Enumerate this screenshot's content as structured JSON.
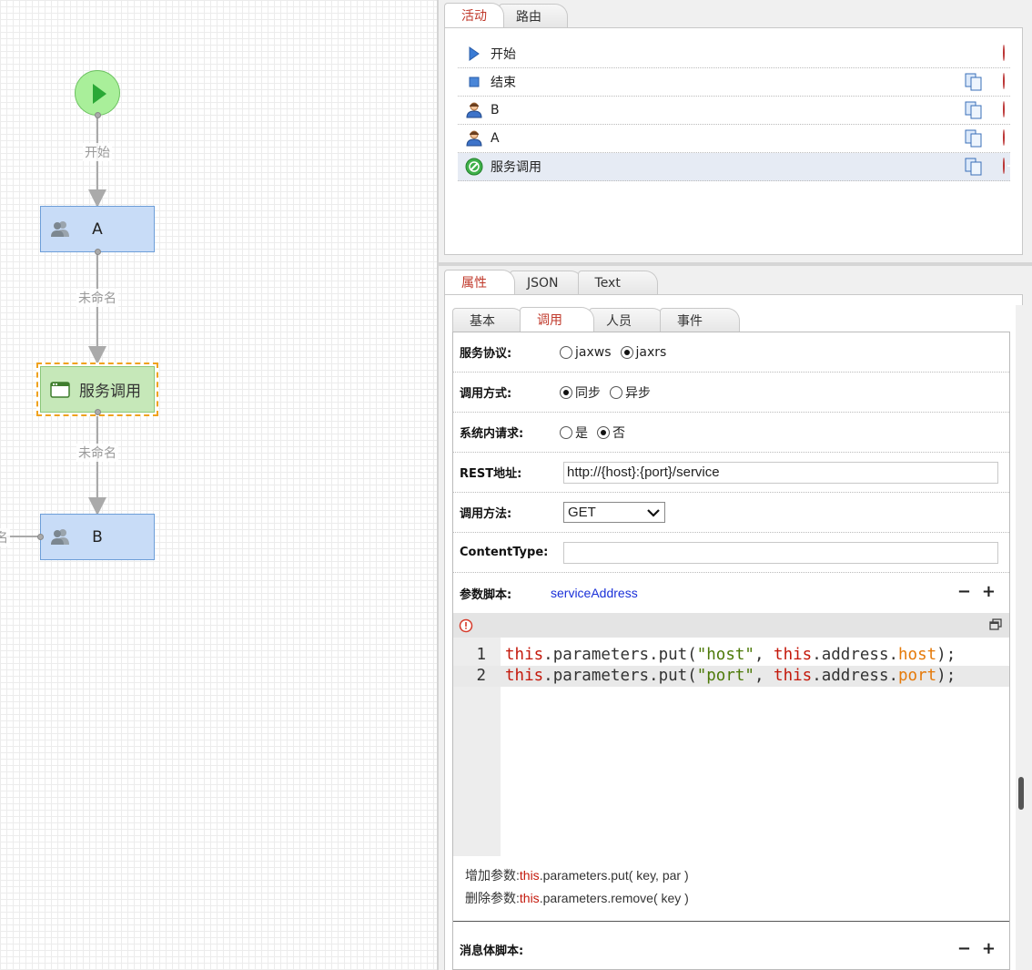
{
  "canvas": {
    "nodes": {
      "start": {
        "icon": "play-icon"
      },
      "task_a": {
        "label": "A",
        "icon": "users-icon"
      },
      "service": {
        "label": "服务调用",
        "icon": "app-window-icon"
      },
      "task_b": {
        "label": "B",
        "icon": "users-icon"
      }
    },
    "edge_labels": {
      "start_to_a": "开始",
      "a_to_service": "未命名",
      "service_to_b": "未命名",
      "left_to_b": "名"
    }
  },
  "activity_tabs": [
    {
      "label": "活动",
      "active": true
    },
    {
      "label": "路由",
      "active": false
    }
  ],
  "activities": [
    {
      "label": "开始",
      "icon": "play-triangle-icon",
      "copyable": false,
      "selected": false
    },
    {
      "label": "结束",
      "icon": "stop-square-icon",
      "copyable": true,
      "selected": false
    },
    {
      "label": "B",
      "icon": "user-icon",
      "copyable": true,
      "selected": false
    },
    {
      "label": "A",
      "icon": "user-icon",
      "copyable": true,
      "selected": false
    },
    {
      "label": "服务调用",
      "icon": "service-icon",
      "copyable": true,
      "selected": true
    }
  ],
  "property_tabs": [
    {
      "label": "属性",
      "active": true
    },
    {
      "label": "JSON",
      "active": false
    },
    {
      "label": "Text",
      "active": false
    }
  ],
  "sub_tabs": [
    {
      "label": "基本",
      "active": false
    },
    {
      "label": "调用",
      "active": true
    },
    {
      "label": "人员",
      "active": false
    },
    {
      "label": "事件",
      "active": false
    }
  ],
  "form": {
    "protocol": {
      "label": "服务协议:",
      "options": [
        "jaxws",
        "jaxrs"
      ],
      "selected": "jaxrs"
    },
    "call_mode": {
      "label": "调用方式:",
      "options": [
        "同步",
        "异步"
      ],
      "selected": "同步"
    },
    "internal": {
      "label": "系统内请求:",
      "options": [
        "是",
        "否"
      ],
      "selected": "否"
    },
    "rest_url": {
      "label": "REST地址:",
      "value": "http://{host}:{port}/service"
    },
    "method": {
      "label": "调用方法:",
      "value": "GET"
    },
    "content_type": {
      "label": "ContentType:",
      "value": ""
    },
    "param_script": {
      "label": "参数脚本:",
      "name": "serviceAddress"
    },
    "body_script": {
      "label": "消息体脚本:"
    }
  },
  "editor": {
    "lines": [
      {
        "num": "1",
        "tokens": [
          {
            "t": "this",
            "c": "kw"
          },
          {
            "t": ".parameters.put(",
            "c": "plain"
          },
          {
            "t": "\"host\"",
            "c": "str"
          },
          {
            "t": ", ",
            "c": "plain"
          },
          {
            "t": "this",
            "c": "kw"
          },
          {
            "t": ".address.",
            "c": "plain"
          },
          {
            "t": "host",
            "c": "prop"
          },
          {
            "t": ");",
            "c": "plain"
          }
        ]
      },
      {
        "num": "2",
        "tokens": [
          {
            "t": "this",
            "c": "kw"
          },
          {
            "t": ".parameters.put(",
            "c": "plain"
          },
          {
            "t": "\"port\"",
            "c": "str"
          },
          {
            "t": ", ",
            "c": "plain"
          },
          {
            "t": "this",
            "c": "kw"
          },
          {
            "t": ".address.",
            "c": "plain"
          },
          {
            "t": "port",
            "c": "prop"
          },
          {
            "t": ");",
            "c": "plain"
          }
        ]
      }
    ],
    "current_line": "2"
  },
  "hints": {
    "add": {
      "label": "增加参数:",
      "kw": "this",
      "rest": ".parameters.put( key, par )"
    },
    "remove": {
      "label": "删除参数:",
      "kw": "this",
      "rest": ".parameters.remove( key )"
    }
  },
  "colors": {
    "active_tab": "#c0392b",
    "service_node_fill": "#c6e8b9",
    "task_node_fill": "#c8dcf7",
    "selection_dash": "#f0a21e",
    "script_name": "#1a30d8"
  }
}
